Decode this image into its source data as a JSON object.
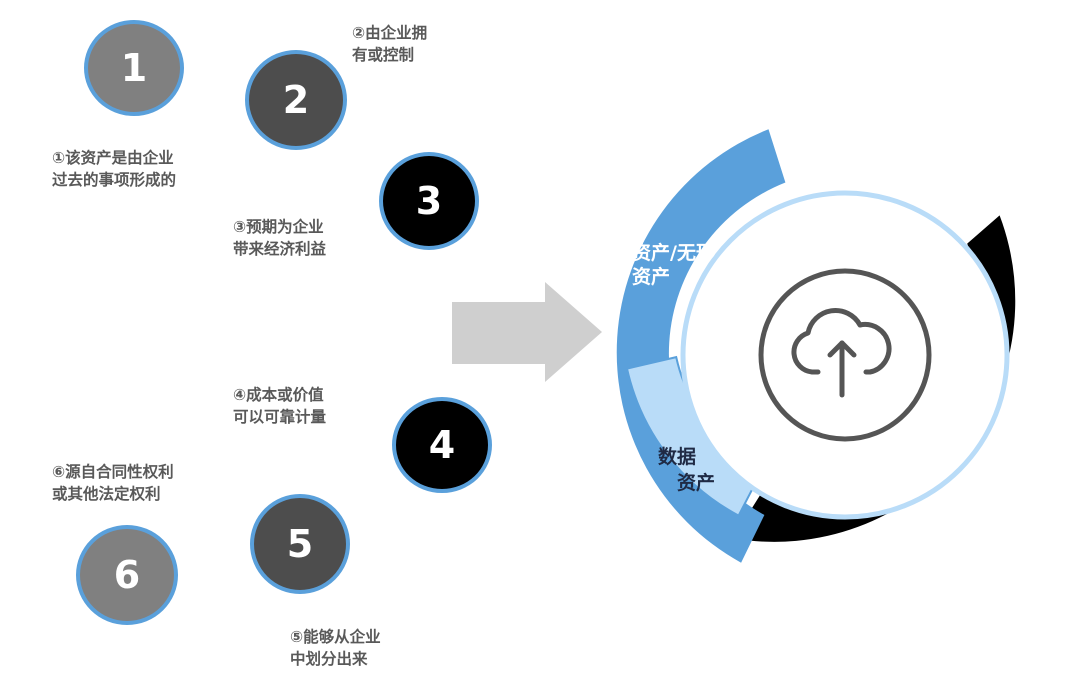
{
  "nodes": [
    {
      "number": "1",
      "line1": "①该资产是由企业",
      "line2": "过去的事项形成的"
    },
    {
      "number": "2",
      "line1": "②由企业拥",
      "line2": "有或控制"
    },
    {
      "number": "3",
      "line1": "③预期为企业",
      "line2": "带来经济利益"
    },
    {
      "number": "4",
      "line1": "④成本或价值",
      "line2": "可以可靠计量"
    },
    {
      "number": "5",
      "line1": "⑤能够从企业",
      "line2": "中划分出来"
    },
    {
      "number": "6",
      "line1": "⑥源自合同性权利",
      "line2": "或其他法定权利"
    }
  ],
  "ring": {
    "asset_line1": "资产/无形",
    "asset_line2": "资产",
    "data_asset_line1": "数据",
    "data_asset_line2": "资产",
    "data_char1": "据",
    "data_char2": "数"
  },
  "colors": {
    "blue": "#5aa0db",
    "light_blue": "#b9dcf8",
    "black": "#000000",
    "arrow": "#cfcfcf"
  },
  "icons": {
    "center": "cloud-upload-icon",
    "arrow": "right-arrow-icon"
  }
}
